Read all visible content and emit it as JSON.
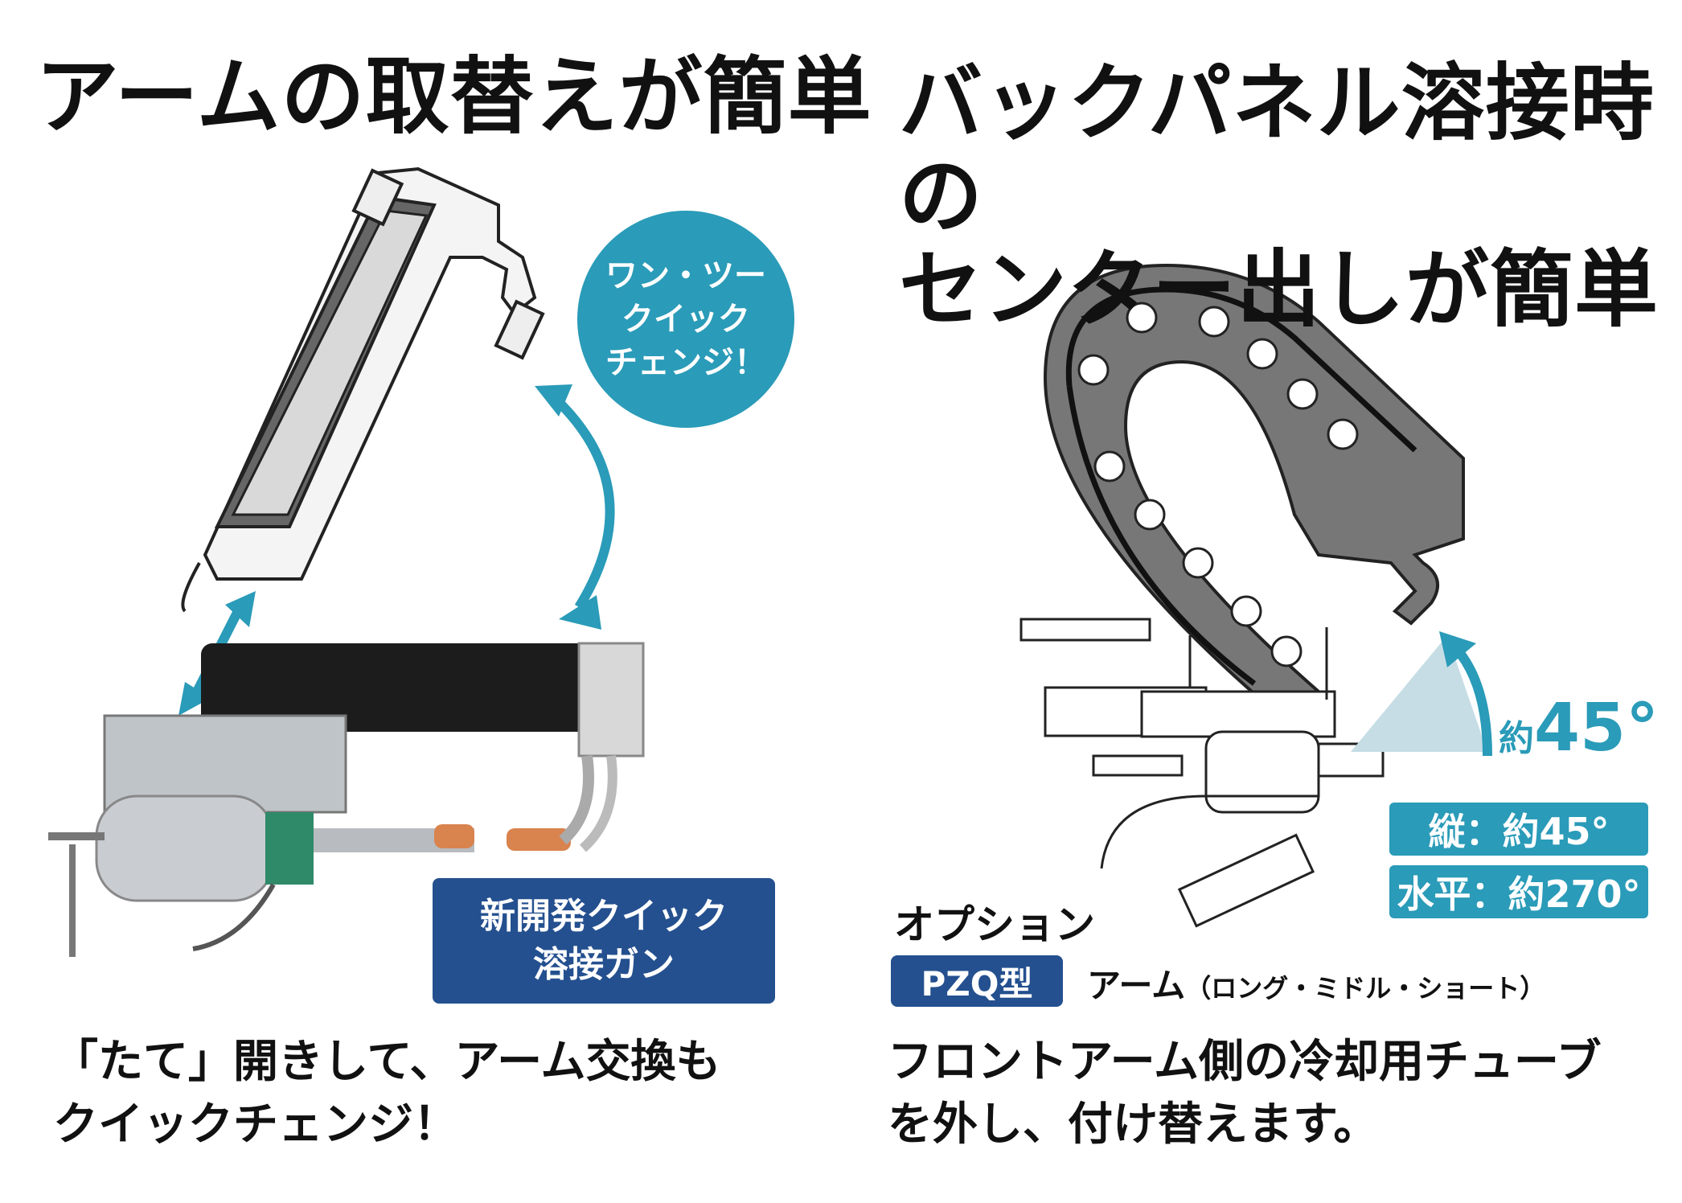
{
  "left": {
    "title": "アームの取替えが簡単",
    "bubble_lines": [
      "ワン・ツー",
      "クイック",
      "チェンジ！"
    ],
    "gun_badge_lines": [
      "新開発クイック",
      "溶接ガン"
    ],
    "caption_lines": [
      "「たて」開きして、アーム交換も",
      "クイックチェンジ！"
    ]
  },
  "right": {
    "title_lines": [
      "バックパネル溶接時の",
      "センター出しが簡単"
    ],
    "angle_prefix": "約",
    "angle_value": "45°",
    "vertical_label": "縦：約45°",
    "horizontal_label": "水平：約270°",
    "option_label": "オプション",
    "model_badge": "PZQ型",
    "arm_label": "アーム",
    "arm_variants": "（ロング・ミドル・ショート）",
    "caption_lines": [
      "フロントアーム側の冷却用チューブ",
      "を外し、付け替えます。"
    ]
  },
  "colors": {
    "teal": "#2a9bb8",
    "navy": "#24508f",
    "text": "#111111"
  }
}
